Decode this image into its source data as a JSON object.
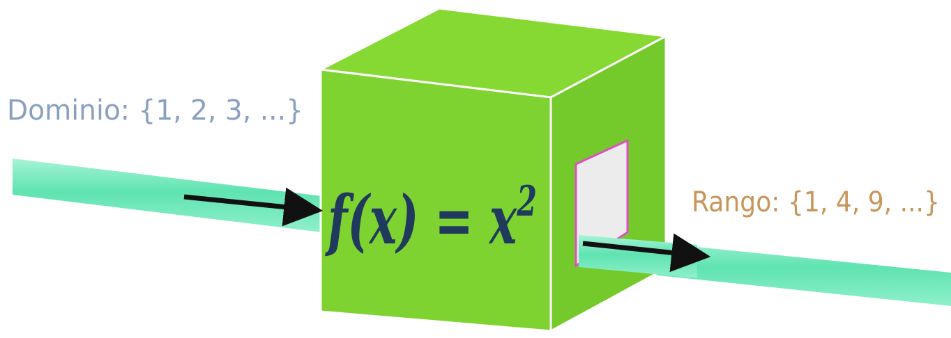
{
  "domain_label": {
    "text": "Dominio: {1, 2, 3, ...}",
    "color": "#8aa0bf"
  },
  "range_label": {
    "text": "Rango: {1, 4, 9, ...}",
    "color": "#c8955a"
  },
  "function_box": {
    "formula_main": "f(x) = x",
    "formula_exponent": "2",
    "formula_color": "#1f3a5c",
    "front_color": "#7fd331",
    "top_color": "#86d933",
    "side_color": "#74c92b",
    "edge_color": "#ffffff"
  },
  "output_window": {
    "fill_color": "#ececec",
    "border_color": "#e04fc0"
  },
  "stream": {
    "color": "#5fe3b0",
    "arrow_color": "#111111"
  }
}
